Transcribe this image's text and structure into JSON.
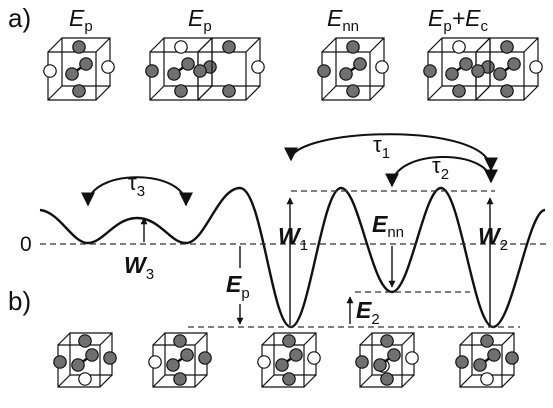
{
  "panels": {
    "a": "a)",
    "b": "b)"
  },
  "top_labels": [
    {
      "main": "E",
      "sub": "p",
      "tail": ""
    },
    {
      "main": "E",
      "sub": "p",
      "tail": ""
    },
    {
      "main": "E",
      "sub": "nn",
      "tail": ""
    },
    {
      "main": "E",
      "sub": "p",
      "tail": "+E",
      "tail_sub": "c"
    }
  ],
  "zero_label": "0",
  "tau": [
    {
      "main": "τ",
      "sub": "1"
    },
    {
      "main": "τ",
      "sub": "2"
    },
    {
      "main": "τ",
      "sub": "3"
    }
  ],
  "barriers": [
    {
      "main": "W",
      "sub": "1"
    },
    {
      "main": "W",
      "sub": "2"
    },
    {
      "main": "W",
      "sub": "3"
    }
  ],
  "energies": [
    {
      "main": "E",
      "sub": "nn"
    },
    {
      "main": "E",
      "sub": "p"
    },
    {
      "main": "E",
      "sub": "2"
    }
  ],
  "colors": {
    "line": "#111111",
    "atom": "#707070",
    "vacancy": "#ffffff",
    "dash": "#333333"
  }
}
